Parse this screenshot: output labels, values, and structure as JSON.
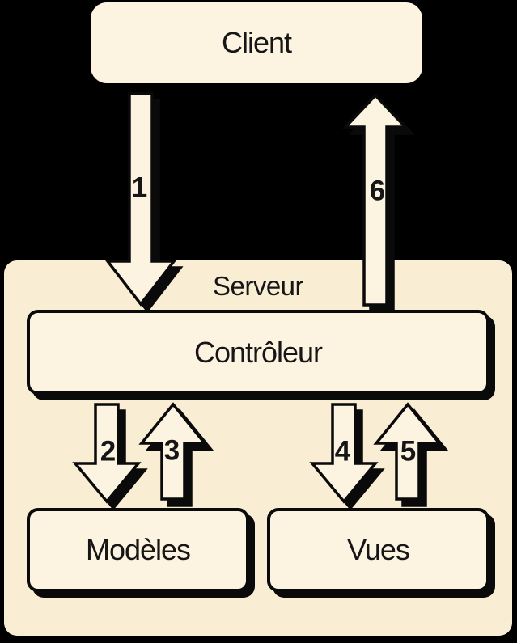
{
  "colors": {
    "background": "#000000",
    "surface": "#f9eed3",
    "box_fill": "#fcf3e1",
    "outline": "#0a0a0a",
    "text": "#161616"
  },
  "diagram": {
    "nodes": {
      "client": "Client",
      "server": "Serveur",
      "controller": "Contrôleur",
      "models": "Modèles",
      "views": "Vues"
    },
    "arrows": [
      {
        "label": "1",
        "direction": "down"
      },
      {
        "label": "2",
        "direction": "down"
      },
      {
        "label": "3",
        "direction": "up"
      },
      {
        "label": "4",
        "direction": "down"
      },
      {
        "label": "5",
        "direction": "up"
      },
      {
        "label": "6",
        "direction": "up"
      }
    ]
  }
}
